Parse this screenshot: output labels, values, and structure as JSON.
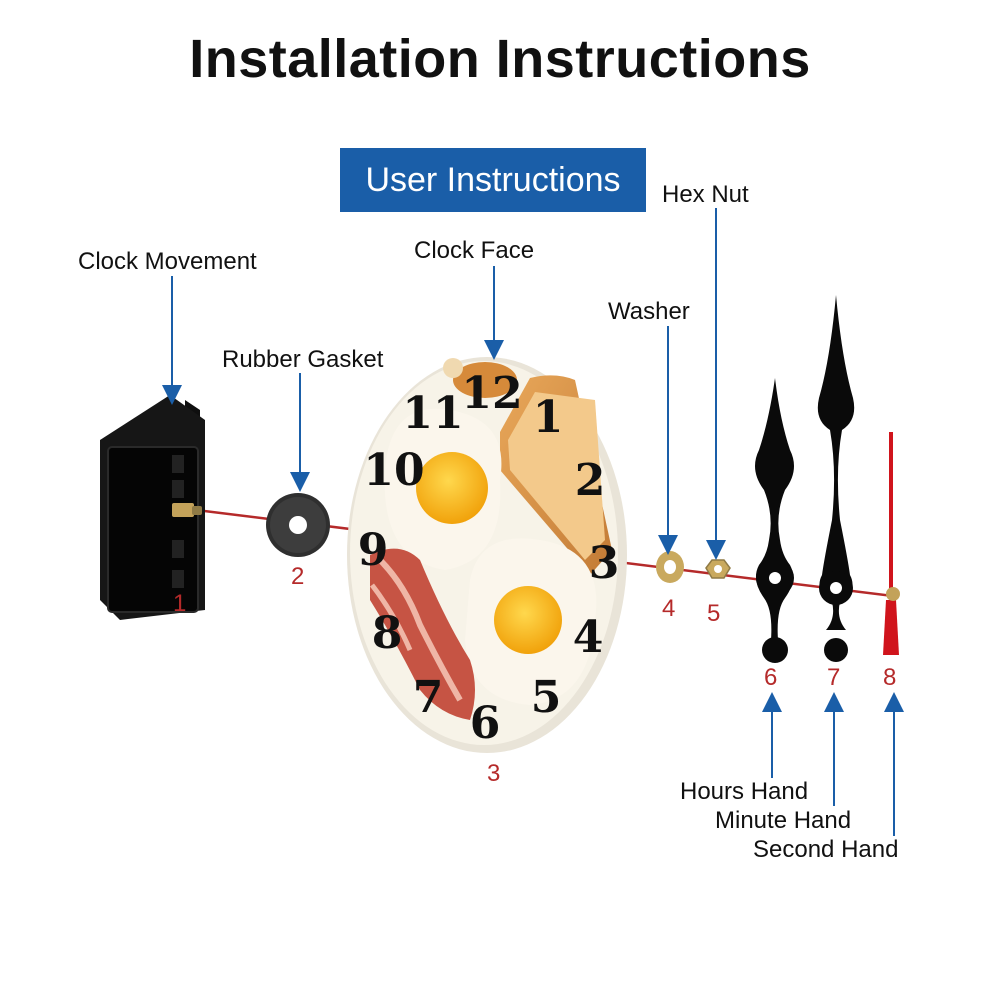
{
  "title": "Installation Instructions",
  "banner": "User Instructions",
  "colors": {
    "banner": "#1a5ea8",
    "arrow": "#1a5ea8",
    "axis": "#b52a2a",
    "number": "#b52a2a",
    "second_hand": "#d0141c"
  },
  "parts": [
    {
      "id": "clock-movement",
      "number": "1",
      "label": "Clock Movement"
    },
    {
      "id": "rubber-gasket",
      "number": "2",
      "label": "Rubber Gasket"
    },
    {
      "id": "clock-face",
      "number": "3",
      "label": "Clock Face"
    },
    {
      "id": "washer",
      "number": "4",
      "label": "Washer"
    },
    {
      "id": "hex-nut",
      "number": "5",
      "label": "Hex Nut"
    },
    {
      "id": "hours-hand",
      "number": "6",
      "label": "Hours Hand"
    },
    {
      "id": "minute-hand",
      "number": "7",
      "label": "Minute Hand"
    },
    {
      "id": "second-hand",
      "number": "8",
      "label": "Second Hand"
    }
  ],
  "dial_numerals": [
    "12",
    "1",
    "2",
    "3",
    "4",
    "5",
    "6",
    "7",
    "8",
    "9",
    "10",
    "11"
  ]
}
